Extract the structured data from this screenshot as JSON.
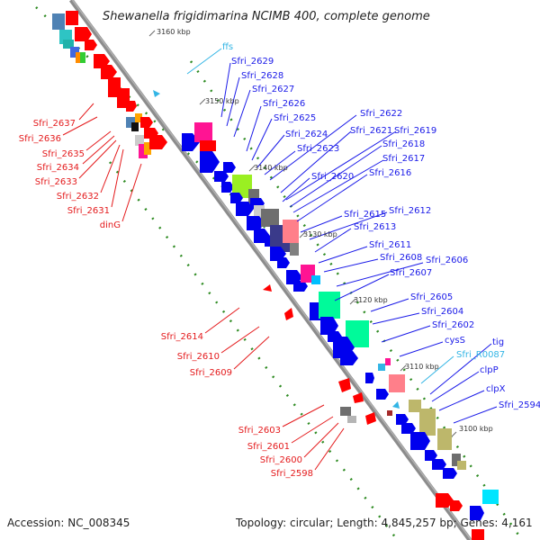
{
  "map": {
    "title": "Shewanella frigidimarina NCIMB 400, complete genome",
    "kbp_labels": [
      "3160 kbp",
      "3150 kbp",
      "3140 kbp",
      "3130 kbp",
      "3120 kbp",
      "3110 kbp",
      "3100 kbp"
    ]
  },
  "footer": {
    "accession": "Accession: NC_008345",
    "topology": "Topology: circular; Length: 4,845,257 bp; Genes: 4,161"
  },
  "genes_left": [
    "Sfri_2637",
    "Sfri_2636",
    "Sfri_2635",
    "Sfri_2634",
    "Sfri_2633",
    "Sfri_2632",
    "Sfri_2631",
    "dinG",
    "Sfri_2614",
    "Sfri_2610",
    "Sfri_2609",
    "Sfri_2603",
    "Sfri_2601",
    "Sfri_2600",
    "Sfri_2598"
  ],
  "genes_right": [
    "ffs",
    "Sfri_2629",
    "Sfri_2628",
    "Sfri_2627",
    "Sfri_2626",
    "Sfri_2625",
    "Sfri_2624",
    "Sfri_2623",
    "Sfri_2622",
    "Sfri_2621",
    "Sfri_2619",
    "Sfri_2618",
    "Sfri_2617",
    "Sfri_2620",
    "Sfri_2616",
    "Sfri_2612",
    "Sfri_2615",
    "Sfri_2613",
    "Sfri_2611",
    "Sfri_2608",
    "Sfri_2606",
    "Sfri_2607",
    "Sfri_2605",
    "Sfri_2604",
    "Sfri_2602",
    "cysS",
    "tig",
    "Sfri_R0087",
    "clpP",
    "clpX",
    "Sfri_2594"
  ],
  "colors": {
    "forward_genes": "#0000ee",
    "reverse_genes": "#ff0000",
    "rna_genes": "#33b5e5",
    "backbone": "#808080",
    "gc_dots": "#2e8b22"
  }
}
